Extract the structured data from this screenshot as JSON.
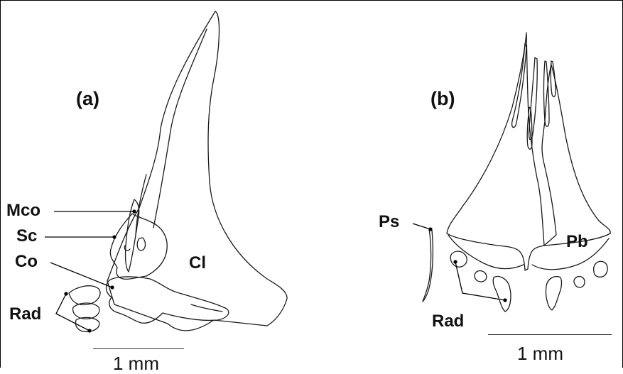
{
  "panels": [
    {
      "letter": "(a)",
      "labels": {
        "mco": "Mco",
        "sc": "Sc",
        "co": "Co",
        "rad": "Rad",
        "cl": "Cl"
      },
      "scale": "1 mm"
    },
    {
      "letter": "(b)",
      "labels": {
        "ps": "Ps",
        "pb": "Pb",
        "rad": "Rad"
      },
      "scale": "1 mm"
    }
  ]
}
